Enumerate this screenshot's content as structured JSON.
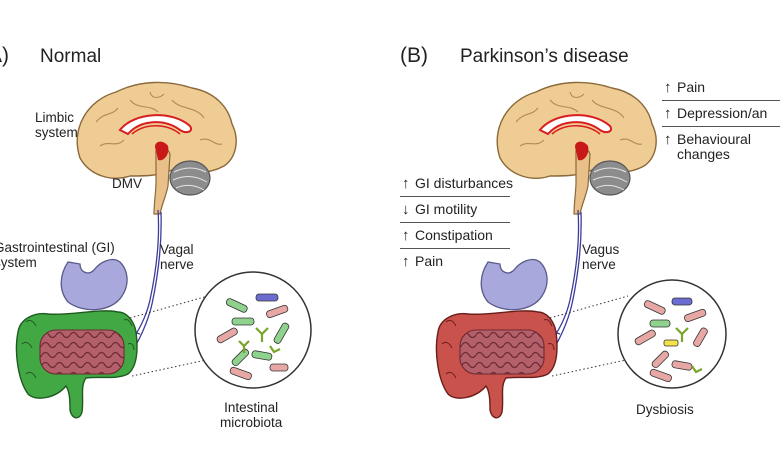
{
  "panel_a": {
    "letter": "A)",
    "title": "Normal",
    "labels": {
      "limbic": [
        "Limbic",
        "system"
      ],
      "dmv": "DMV",
      "gi": [
        "Gastrointestinal (GI)",
        "system"
      ],
      "vagal": [
        "Vagal",
        "nerve"
      ],
      "microbiota": [
        "Intestinal",
        "microbiota"
      ]
    }
  },
  "panel_b": {
    "letter": "(B)",
    "title": "Parkinson’s disease",
    "brain_symptoms": [
      {
        "direction": "up",
        "text": [
          "Pain"
        ]
      },
      {
        "direction": "up",
        "text": [
          "Depression/an"
        ]
      },
      {
        "direction": "up",
        "text": [
          "Behavioural",
          "changes"
        ]
      }
    ],
    "gut_symptoms": [
      {
        "direction": "up",
        "text": [
          "GI disturbances"
        ]
      },
      {
        "direction": "down",
        "text": [
          "GI motility"
        ]
      },
      {
        "direction": "up",
        "text": [
          "Constipation"
        ]
      },
      {
        "direction": "up",
        "text": [
          "Pain"
        ]
      }
    ],
    "labels": {
      "vagus": [
        "Vagus",
        "nerve"
      ],
      "dysbiosis": "Dysbiosis"
    }
  },
  "colors": {
    "brain": "#f0cc95",
    "brain_outline": "#8a6a3a",
    "cerebellum": "#8c8c8c",
    "limbic": "#d81e1e",
    "stomach": "#a9a8dc",
    "intestine_normal": "#41a843",
    "intestine_pd": "#c9524d",
    "small_intestine": "#b4606a",
    "nerve": "#3c3c9c"
  }
}
